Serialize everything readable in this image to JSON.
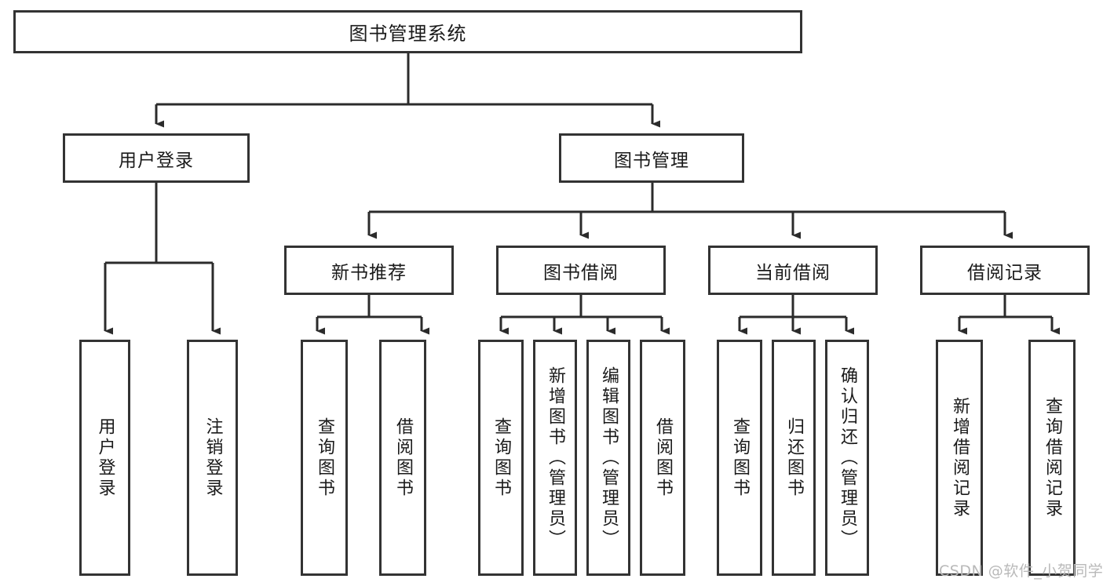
{
  "diagram": {
    "type": "hierarchy-tree",
    "title": "图书管理系统",
    "watermark": "CSDN @软件_小贺同学",
    "colors": {
      "box_border": "#333333",
      "box_fill": "#ffffff",
      "connector": "#2b2b2b",
      "text": "#1a1a1a",
      "watermark": "#b9b9b9",
      "background": "#ffffff"
    },
    "nodes": {
      "root": {
        "label": "图书管理系统",
        "level": 1
      },
      "level2": [
        {
          "id": "user-login",
          "label": "用户登录"
        },
        {
          "id": "book-manage",
          "label": "图书管理"
        }
      ],
      "level3": [
        {
          "id": "new-book-recommend",
          "label": "新书推荐",
          "parent": "book-manage"
        },
        {
          "id": "book-borrow",
          "label": "图书借阅",
          "parent": "book-manage"
        },
        {
          "id": "current-borrow",
          "label": "当前借阅",
          "parent": "book-manage"
        },
        {
          "id": "borrow-record",
          "label": "借阅记录",
          "parent": "book-manage"
        }
      ],
      "leaves": [
        {
          "id": "leaf-user-login",
          "label": "用户登录",
          "parent": "user-login"
        },
        {
          "id": "leaf-logout",
          "label": "注销登录",
          "parent": "user-login"
        },
        {
          "id": "leaf-query-book-1",
          "label": "查询图书",
          "parent": "new-book-recommend"
        },
        {
          "id": "leaf-borrow-book-1",
          "label": "借阅图书",
          "parent": "new-book-recommend"
        },
        {
          "id": "leaf-query-book-2",
          "label": "查询图书",
          "parent": "book-borrow"
        },
        {
          "id": "leaf-add-book",
          "label": "新增图书（管理员）",
          "parent": "book-borrow"
        },
        {
          "id": "leaf-edit-book",
          "label": "编辑图书（管理员）",
          "parent": "book-borrow"
        },
        {
          "id": "leaf-borrow-book-2",
          "label": "借阅图书",
          "parent": "book-borrow"
        },
        {
          "id": "leaf-query-book-3",
          "label": "查询图书",
          "parent": "current-borrow"
        },
        {
          "id": "leaf-return-book",
          "label": "归还图书",
          "parent": "current-borrow"
        },
        {
          "id": "leaf-confirm-return",
          "label": "确认归还（管理员）",
          "parent": "current-borrow"
        },
        {
          "id": "leaf-add-record",
          "label": "新增借阅记录",
          "parent": "borrow-record"
        },
        {
          "id": "leaf-query-record",
          "label": "查询借阅记录",
          "parent": "borrow-record"
        }
      ]
    }
  }
}
